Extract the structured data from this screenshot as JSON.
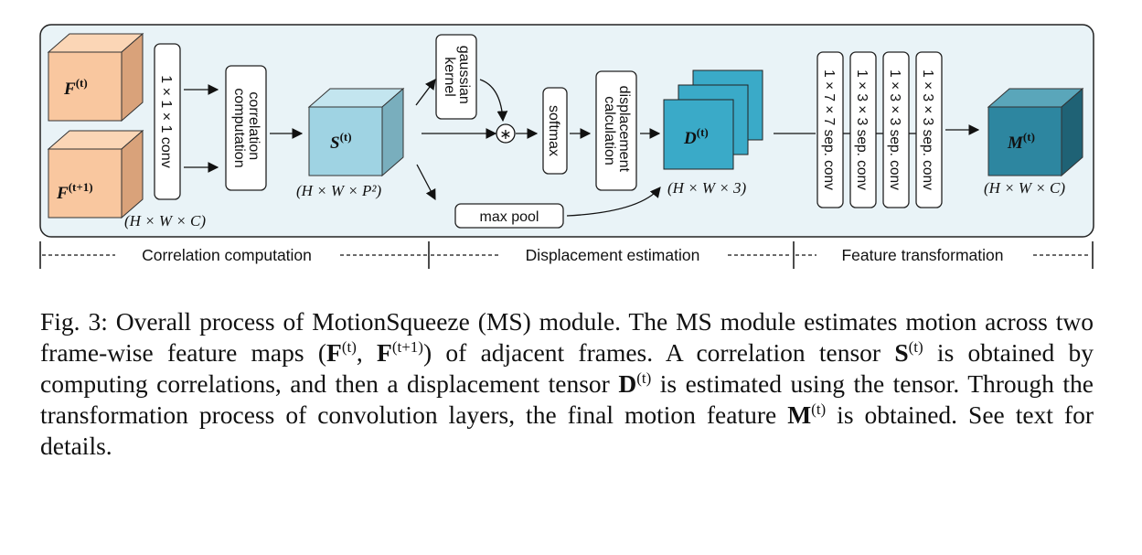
{
  "diagram": {
    "inputs": [
      {
        "var": "F",
        "sup": "(t)"
      },
      {
        "var": "F",
        "sup": "(t+1)"
      }
    ],
    "input_dim": "(H × W × C)",
    "conv1x1": "1 × 1 × 1 conv",
    "correlation": [
      "correlation",
      "computation"
    ],
    "S": {
      "var": "S",
      "sup": "(t)",
      "dim": "(H × W × P²)"
    },
    "gaussian": [
      "gaussian",
      "kernel"
    ],
    "conv_op": "∗",
    "maxpool": "max pool",
    "softmax": "softmax",
    "displacement": [
      "displacement",
      "calculation"
    ],
    "D": {
      "var": "D",
      "sup": "(t)",
      "dim": "(H × W × 3)"
    },
    "sep_convs": [
      "1 × 7 × 7 sep. conv",
      "1 × 3 × 3 sep. conv",
      "1 × 3 × 3 sep. conv",
      "1 × 3 × 3 sep. conv"
    ],
    "M": {
      "var": "M",
      "sup": "(t)",
      "dim": "(H × W × C)"
    },
    "stages": [
      "Correlation computation",
      "Displacement estimation",
      "Feature transformation"
    ],
    "colors": {
      "panel": "#e9f3f7",
      "input_front": "#f9c79f",
      "input_top": "#fbd6b6",
      "input_side": "#d9a27a",
      "s_front": "#9fd3e3",
      "s_top": "#c3e5ef",
      "s_side": "#79aebd",
      "d_front": "#3aaac8",
      "m_front": "#2d86a0",
      "m_top": "#5aa6ba",
      "m_side": "#1f6275"
    }
  },
  "caption": {
    "label": "Fig. 3:",
    "p1": " Overall process of MotionSqueeze (MS) module. The MS module estimates motion across two frame-wise feature maps (",
    "F1": "F",
    "F1_sup": "(t)",
    "comma": ", ",
    "F2": "F",
    "F2_sup": "(t+1)",
    "p2": ") of adjacent frames. A correlation tensor ",
    "S": "S",
    "S_sup": "(t)",
    "p3": " is obtained by computing correlations, and then a displacement tensor ",
    "D": "D",
    "D_sup": "(t)",
    "p4": " is estimated using the tensor. Through the transformation process of convolution layers, the final motion feature ",
    "M": "M",
    "M_sup": "(t)",
    "p5": " is obtained. See text for details."
  }
}
